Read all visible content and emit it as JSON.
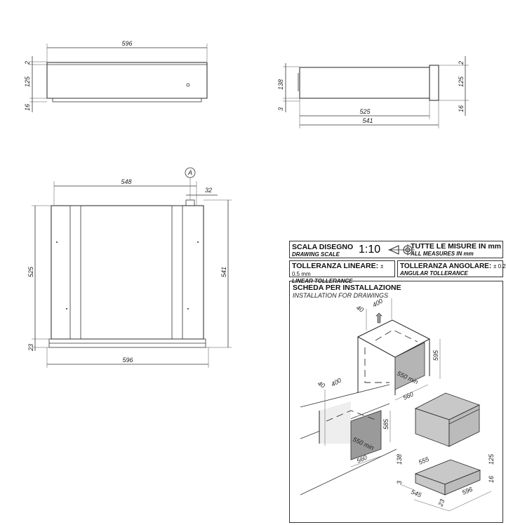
{
  "front_view": {
    "width": "596",
    "top_gap": "2",
    "height": "125",
    "bottom": "16"
  },
  "side_view": {
    "total_height": "138",
    "bottom_gap": "3",
    "depth_inner": "525",
    "depth_total": "541",
    "right_top": "2",
    "right_height": "125",
    "right_bottom": "16"
  },
  "plan_view": {
    "inner_width": "548",
    "marker": "A",
    "offset": "32",
    "depth": "525",
    "depth_total": "541",
    "front": "23",
    "width": "596"
  },
  "title_block": {
    "scale_label": "SCALA DISEGNO",
    "scale_label_en": "DRAWING SCALE",
    "scale_value": "1:10",
    "measures_label": "TUTTE LE MISURE IN mm",
    "measures_label_en": "ALL MEASURES IN mm",
    "linear_tol_label": "TOLLERANZA LINEARE:",
    "linear_tol_value": "± 0.5 mm",
    "linear_tol_label_en": "LINEAR TOLLERANCE",
    "angular_tol_label": "TOLLERANZA ANGOLARE:",
    "angular_tol_value": "± 0.2 °",
    "angular_tol_label_en": "ANGULAR TOLLERANCE",
    "install_title": "SCHEDA PER INSTALLAZIONE",
    "install_title_en": "INSTALLATION FOR DRAWINGS"
  },
  "installation": {
    "upper": {
      "gap": "40",
      "vent": "400",
      "height": "595",
      "depth": "550 min",
      "width": "560"
    },
    "lower": {
      "gap": "40",
      "vent": "400",
      "height": "585",
      "depth": "550 min",
      "width": "560"
    },
    "drawer": {
      "h_total": "138",
      "gap": "3",
      "depth": "555",
      "body_depth": "545",
      "front": "23",
      "width": "596",
      "height": "125",
      "bottom": "16"
    }
  }
}
